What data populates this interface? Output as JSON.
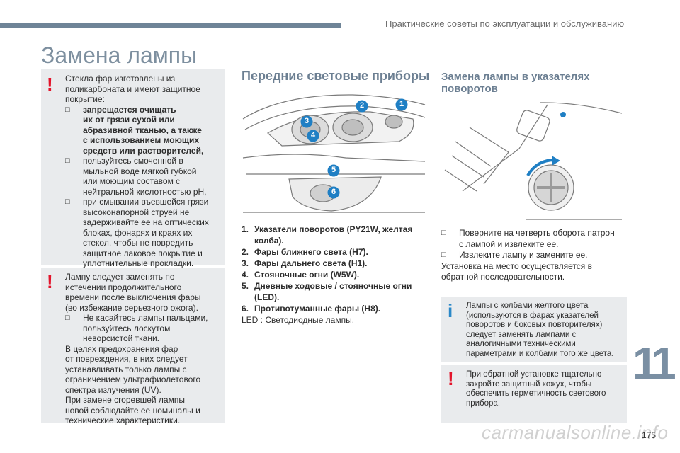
{
  "header": {
    "section": "Практические советы по эксплуатации и обслуживанию",
    "title": "Замена лампы"
  },
  "warning1": {
    "intro": [
      "Стекла фар изготовлены из",
      "поликарбоната и имеют защитное",
      "покрытие:"
    ],
    "bullet1": [
      "запрещается очищать",
      "их от грязи сухой или",
      "абразивной тканью, а также",
      "с использованием моющих",
      "средств или растворителей,"
    ],
    "bullet2": [
      "пользуйтесь смоченной в",
      "мыльной воде мягкой губкой",
      "или моющим составом с",
      "нейтральной кислотностью pH,"
    ],
    "bullet3": [
      "при смывании въевшейся грязи",
      "высоконапорной струей не",
      "задерживайте ее на оптических",
      "блоках, фонарях и краях их",
      "стекол, чтобы не повредить",
      "защитное лаковое покрытие и",
      "уплотнительные прокладки."
    ]
  },
  "warning2": {
    "intro": [
      "Лампу следует заменять по",
      "истечении продолжительного",
      "времени после выключения фары",
      "(во избежание серьезного ожога)."
    ],
    "bullet1": [
      "Не касайтесь лампы пальцами,",
      "пользуйтесь лоскутом",
      "неворсистой ткани."
    ],
    "outro": [
      "В целях предохранения фар",
      "от повреждения, в них следует",
      "устанавливать только лампы с",
      "ограничением ультрафиолетового",
      "спектра излучения (UV).",
      "При замене сгоревшей лампы",
      "новой соблюдайте ее номиналы и",
      "технические характеристики."
    ]
  },
  "front_lights": {
    "heading": "Передние световые приборы",
    "callouts": [
      "1",
      "2",
      "3",
      "4",
      "5",
      "6"
    ],
    "items": [
      {
        "num": "1.",
        "lines": [
          "Указатели поворотов (PY21W, желтая",
          "колба)."
        ]
      },
      {
        "num": "2.",
        "lines": [
          "Фары ближнего света (H7)."
        ]
      },
      {
        "num": "3.",
        "lines": [
          "Фары дальнего света (H1)."
        ]
      },
      {
        "num": "4.",
        "lines": [
          "Стояночные огни (W5W)."
        ]
      },
      {
        "num": "5.",
        "lines": [
          "Дневные ходовые / стояночные огни",
          "(LED)."
        ]
      },
      {
        "num": "6.",
        "lines": [
          "Противотуманные фары (H8)."
        ]
      }
    ],
    "led_note": "LED : Светодиодные лампы."
  },
  "turn_signal": {
    "heading": [
      "Замена лампы в указателях",
      "поворотов"
    ],
    "steps": [
      [
        "Поверните на четверть оборота патрон",
        "с лампой и извлеките ее."
      ],
      [
        "Извлеките лампу и замените ее."
      ]
    ],
    "install": [
      "Установка на место осуществляется в",
      "обратной последовательности."
    ],
    "info": [
      "Лампы с колбами желтого цвета",
      "(используются в фарах указателей",
      "поворотов и боковых повторителях)",
      "следует заменять лампами с",
      "аналогичными техническими",
      "параметрами и колбами того же цвета."
    ],
    "warning": [
      "При обратной установке тщательно",
      "закройте защитный кожух, чтобы",
      "обеспечить герметичность светового",
      "прибора."
    ]
  },
  "footer": {
    "chapter": "11",
    "page": "175",
    "watermark": "carmanualsonline.info"
  },
  "colors": {
    "accent": "#6f8497",
    "warning": "#e3142b",
    "info": "#2a88c8",
    "callout": "#1f7fc4",
    "box": "#e9ebed"
  }
}
